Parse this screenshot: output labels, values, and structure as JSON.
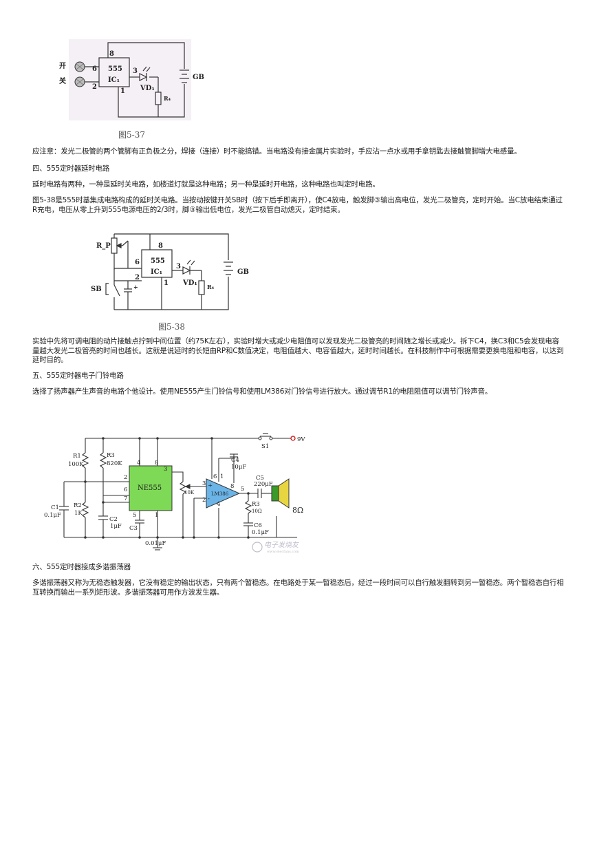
{
  "fig1": {
    "caption": "图5-37",
    "label_kai": "开",
    "label_guan": "关",
    "pin8": "8",
    "pin6": "6",
    "pin2": "2",
    "pin3": "3",
    "pin1": "1",
    "chip_line1": "555",
    "chip_line2": "IC₁",
    "vd": "VD₁",
    "r": "R₄",
    "gb": "GB"
  },
  "para1": "应注意：发光二极管的两个管脚有正负极之分，焊接（连接）时不能搞错。当电路没有接金属片实验时，手应沾一点水或用手拿钥匙去接触管脚增大电感量。",
  "heading4": "四、555定时器延时电路",
  "para2": "延时电路有两种，一种是延时关电路，如楼道灯就是这种电路；另一种是延时开电路，这种电路也叫定时电路。",
  "para3": "图5-38是555时基集成电路构成的延时关电路。当按动按键开关SB时（按下后手即离开），使C4放电，触发脚③输出高电位，发光二极管亮，定时开始。当C放电结束通过R充电，电压从零上升到555电源电压的2/3时，脚③输出低电位，发光二极管自动熄灭，定时结束。",
  "fig2": {
    "caption": "图5-38",
    "rp": "R_P",
    "sb": "SB",
    "pin8": "8",
    "pin6": "6",
    "pin2": "2",
    "pin3": "3",
    "pin1": "1",
    "chip_line1": "555",
    "chip_line2": "IC₁",
    "vd": "VD₁",
    "r": "R₄",
    "gb": "GB",
    "plus": "+"
  },
  "para4": "实验中先将可调电阻的动片接触点拧到中间位置（约75K左右），实验时增大或减少电阻值可以发现发光二极管亮的时间随之增长或减少。拆下C4，换C3和C5会发现电容量越大发光二极管亮的时间也越长。这就是说延时的长短由RP和C数值决定，电阻值越大、电容值越大，延时时间越长。在科技制作中可根据需要更换电阻和电容，以达到延时目的。",
  "heading5": "五、555定时器电子门铃电路",
  "para5": "选择了扬声器产生声音的电路个他设计。使用NE555产生门铃信号和使用LM386对门铃信号进行放大。通过调节R1的电阻阻值可以调节门铃声音。",
  "fig3": {
    "r1": "R1",
    "r1v": "100K",
    "r3": "R3",
    "r3v": "820K",
    "r2": "R2",
    "r2v": "1K",
    "c1": "C1",
    "c1v": "0.1μF",
    "c2": "C2",
    "c2v": "1μF",
    "c3": "C3",
    "c3v": "0.01μF",
    "chip": "NE555",
    "pot": "10K",
    "amp": "LM386",
    "c4": "C4",
    "c4v": "10μF",
    "c5": "C5",
    "c5v": "220μF",
    "r3b": "R3",
    "r3bv": "10Ω",
    "c6": "C6",
    "c6v": "0.1μF",
    "spk": "8Ω",
    "s1": "S1",
    "v": "9V",
    "p4": "4",
    "p8": "8",
    "p3": "3",
    "p2": "2",
    "p6": "6",
    "p7": "7",
    "p5": "5",
    "p1": "1",
    "ap3": "3",
    "ap2": "2",
    "ap6": "6",
    "ap1": "1",
    "ap8": "8",
    "ap5": "5",
    "ap4": "4",
    "plus": "+",
    "minus": "-",
    "watermark": "电子发烧友",
    "watermark_url": "www.elecfans.com"
  },
  "heading6": "六、555定时器接成多谐振荡器",
  "para6": "多谐振荡器又称为无稳态触发器，它没有稳定的输出状态，只有两个暂稳态。在电路处于某一暂稳态后，经过一段时间可以自行触发翻转到另一暂稳态。两个暂稳态自行相互转换而输出一系列矩形波。多谐振荡器可用作方波发生器。",
  "colors": {
    "chip_green": "#7ed957",
    "amp_blue": "#6ab4e8",
    "speaker_green": "#3a9a2a",
    "speaker_yellow": "#e8d640"
  }
}
